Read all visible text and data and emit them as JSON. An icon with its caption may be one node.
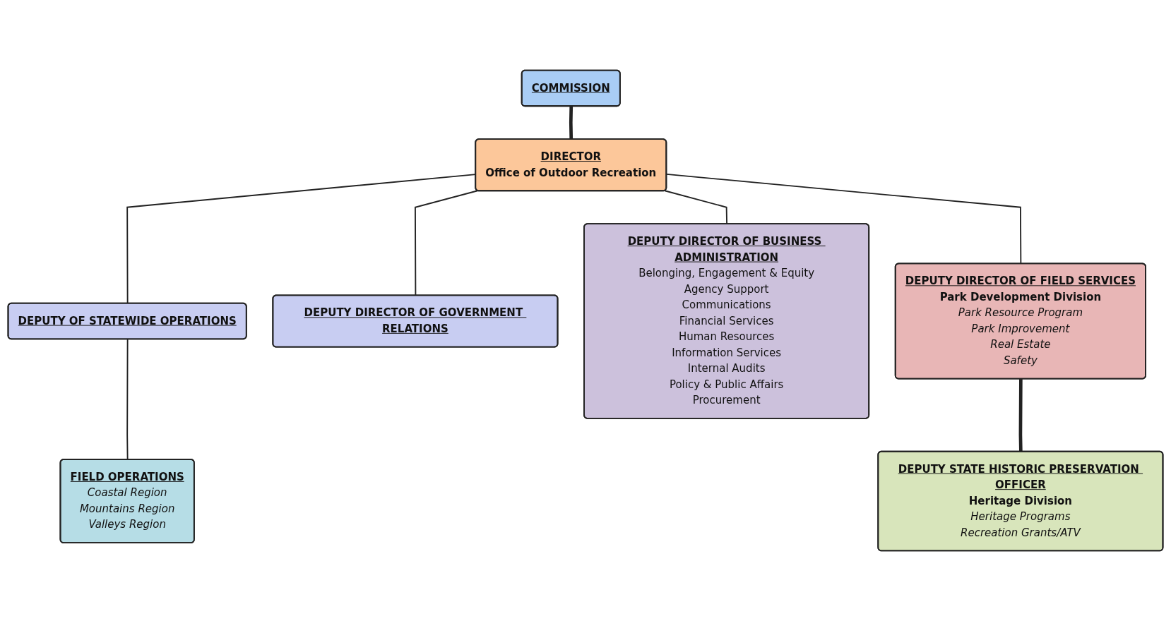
{
  "diagram": {
    "nodes": [
      {
        "text": [
          "COMMISSION"
        ]
      },
      {
        "text": [
          "DIRECTOR",
          "Office of Outdoor Recreation"
        ]
      },
      {
        "text": [
          "DEPUTY OF STATEWIDE OPERATIONS"
        ]
      },
      {
        "text": [
          "DEPUTY DIRECTOR OF GOVERNMENT RELATIONS"
        ]
      },
      {
        "text": [
          "FIELD OPERATIONS",
          "Coastal Region",
          "Mountains Region",
          "Valleys Region"
        ]
      },
      {
        "text": [
          "DEPUTY DIRECTOR OF BUSINESS ADMINISTRATION",
          "Belonging, Engagement & Equity",
          "Agency Support",
          "Communications",
          "Financial Services",
          "Human Resources",
          "Information Services",
          "Internal Audits",
          "Policy & Public Affairs",
          "Procurement"
        ]
      },
      {
        "text": [
          "DEPUTY DIRECTOR OF FIELD SERVICES",
          "Park Development Division",
          "Park Resource Program",
          "Park Improvement",
          "Real Estate",
          "Safety"
        ]
      },
      {
        "text": [
          "DEPUTY STATE HISTORIC PRESERVATION OFFICER",
          "Heritage Division",
          "Heritage Programs",
          "Recreation Grants/ATV"
        ]
      }
    ],
    "edges": [
      {
        "from": 0,
        "to": 1,
        "arrow": "none",
        "style": "thick"
      },
      {
        "from": 1,
        "to": 2,
        "arrow": "none"
      },
      {
        "from": 1,
        "to": 3,
        "arrow": "none"
      },
      {
        "from": 2,
        "to": 4,
        "arrow": "none"
      },
      {
        "from": 1,
        "to": 5,
        "arrow": "none"
      },
      {
        "from": 1,
        "to": 6,
        "arrow": "none"
      },
      {
        "from": 6,
        "to": 7,
        "arrow": "none",
        "style": "thick"
      }
    ]
  }
}
